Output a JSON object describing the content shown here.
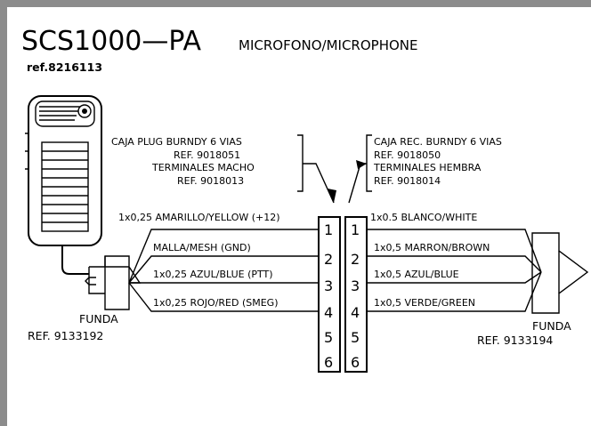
{
  "title": "SCS1000—PA",
  "subtitle": "MICROFONO/MICROPHONE",
  "reference": "ref.8216113",
  "left_connector": {
    "line1": "CAJA PLUG BURNDY 6 VIAS",
    "line2": "REF. 9018051",
    "line3": "TERMINALES MACHO",
    "line4": "REF. 9018013"
  },
  "right_connector": {
    "line1": "CAJA REC. BURNDY 6 VIAS",
    "line2": "REF. 9018050",
    "line3": "TERMINALES HEMBRA",
    "line4": "REF. 9018014"
  },
  "left_wires": [
    "1x0,25 AMARILLO/YELLOW (+12)",
    "MALLA/MESH (GND)",
    "1x0,25 AZUL/BLUE (PTT)",
    "1x0,25 ROJO/RED (SMEG)"
  ],
  "right_wires": [
    "1x0.5 BLANCO/WHITE",
    "1x0,5 MARRON/BROWN",
    "1x0,5 AZUL/BLUE",
    "1x0,5 VERDE/GREEN"
  ],
  "pins": [
    "1",
    "2",
    "3",
    "4",
    "5",
    "6"
  ],
  "left_funda": {
    "label": "FUNDA",
    "ref": "REF. 9133192"
  },
  "right_funda": {
    "label": "FUNDA",
    "ref": "REF. 9133194"
  },
  "colors": {
    "frame": "#8c8c8c",
    "ink": "#000000",
    "background": "#ffffff"
  }
}
